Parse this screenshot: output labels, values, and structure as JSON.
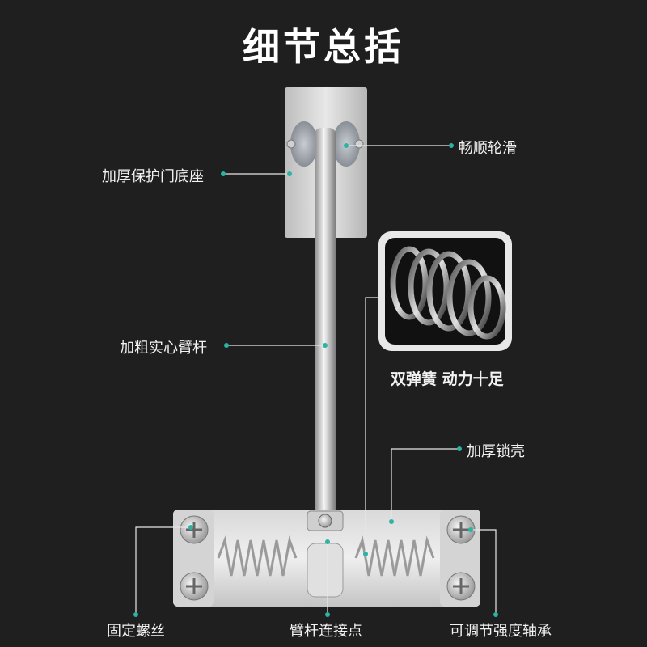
{
  "title": "细节总括",
  "colors": {
    "background": "#1f1f1f",
    "accent_dot": "#2bb3a3",
    "metal_light": "#e6e6e6",
    "metal_dark": "#9a9a9a"
  },
  "labels": {
    "roller": "畅顺轮滑",
    "base": "加厚保护门底座",
    "arm": "加粗实心臂杆",
    "spring": "双弹簧 动力十足",
    "shell": "加厚锁壳",
    "screw": "固定螺丝",
    "joint": "臂杆连接点",
    "bearing": "可调节强度轴承"
  }
}
